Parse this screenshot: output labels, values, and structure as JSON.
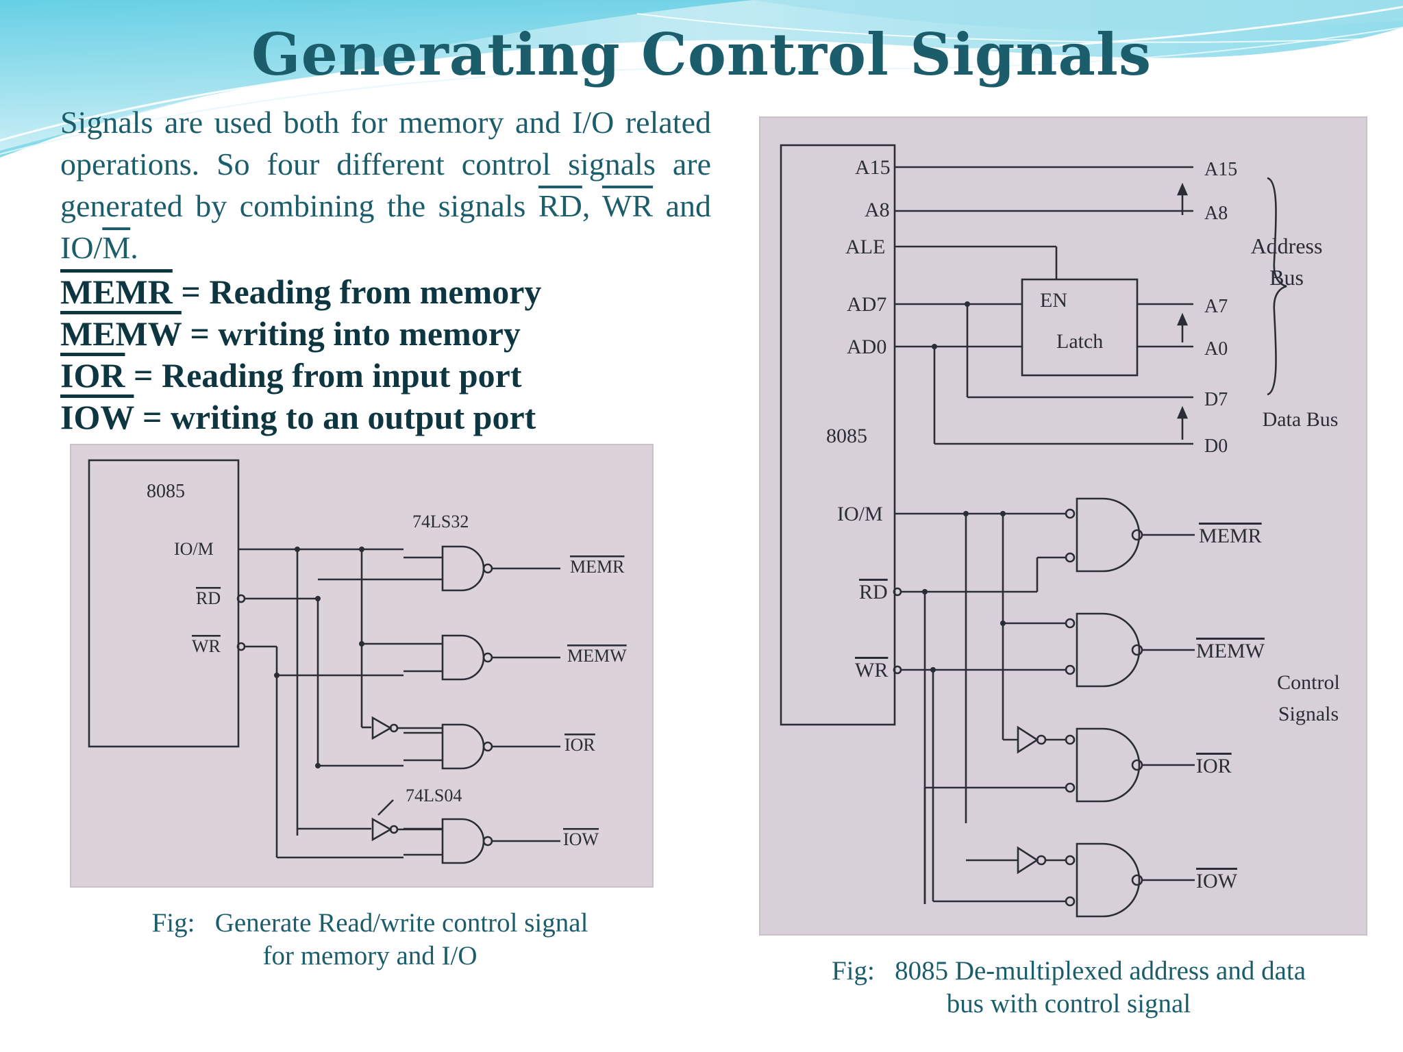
{
  "slide": {
    "title": "Generating Control Signals",
    "intro": {
      "lead": "Signals are used both for memory and I/O related operations. So four different control signals are generated by combining the signals ",
      "rd": "RD",
      "comma": ", ",
      "wr": "WR",
      "and": " and IO/",
      "m": "M",
      "end": "."
    },
    "definitions": [
      {
        "signal": "MEMR",
        "text": " = Reading from memory"
      },
      {
        "signal": "MEMW",
        "text": " = writing into memory"
      },
      {
        "signal": "IOR",
        "text": " = Reading from input port"
      },
      {
        "signal": "IOW",
        "text": " = writing to an output port"
      }
    ],
    "colors": {
      "title": "#1c5d6c",
      "text": "#1c5d6c",
      "definitions": "#0e3640",
      "figure_bg": "#d9d1d6",
      "ink": "#2a2c36"
    }
  },
  "figure_left": {
    "chip": "8085",
    "pins": {
      "iom": "IO/M",
      "rd": "RD",
      "wr": "WR"
    },
    "or_gate_label": "74LS32",
    "inverter_label": "74LS04",
    "outputs": [
      "MEMR",
      "MEMW",
      "IOR",
      "IOW"
    ],
    "caption": {
      "prefix": "Fig:",
      "line1": "Generate Read/write control signal",
      "line2": "for memory and I/O"
    }
  },
  "figure_right": {
    "chip": "8085",
    "pins": {
      "a15": "A15",
      "a8": "A8",
      "ale": "ALE",
      "ad7": "AD7",
      "ad0": "AD0",
      "iom": "IO/M",
      "rd": "RD",
      "wr": "WR"
    },
    "latch": {
      "en": "EN",
      "name": "Latch"
    },
    "bus_lines": {
      "a15": "A15",
      "a8": "A8",
      "a7": "A7",
      "a0": "A0",
      "d7": "D7",
      "d0": "D0"
    },
    "bus_labels": {
      "address_1": "Address",
      "address_2": "Bus",
      "data": "Data Bus",
      "control_1": "Control",
      "control_2": "Signals"
    },
    "outputs": [
      "MEMR",
      "MEMW",
      "IOR",
      "IOW"
    ],
    "caption": {
      "prefix": "Fig:",
      "line1": "8085 De-multiplexed address and data",
      "line2": "bus with control signal"
    }
  }
}
